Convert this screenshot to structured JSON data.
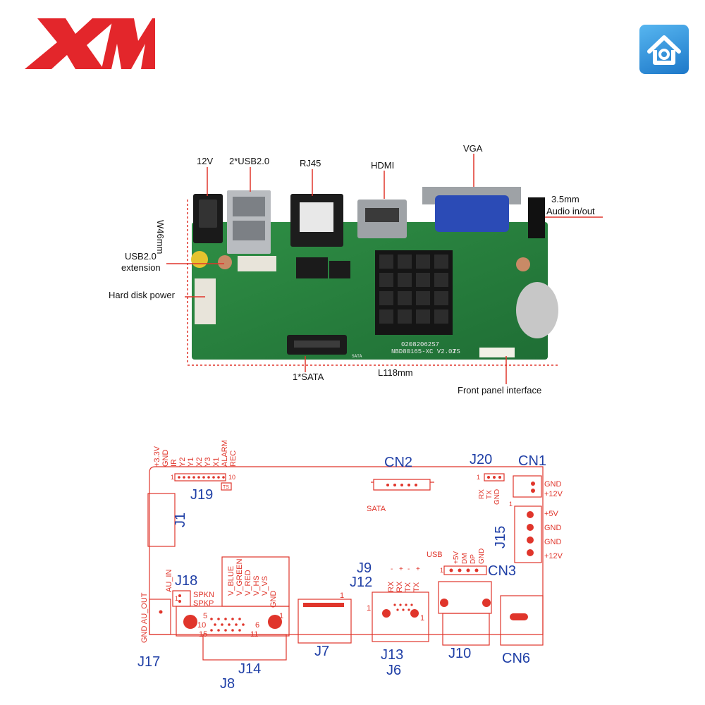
{
  "brand": {
    "logo_text": "XM",
    "logo_color": "#e3262b",
    "icon": "home-camera-icon"
  },
  "photo_labels": {
    "power": "12V",
    "usb": "2*USB2.0",
    "rj45": "RJ45",
    "hdmi": "HDMI",
    "vga": "VGA",
    "audio_line1": "3.5mm",
    "audio_line2": "Audio in/out",
    "width": "W46mm",
    "usb_ext_line1": "USB2.0",
    "usb_ext_line2": "extension",
    "hdd_power": "Hard disk power",
    "sata": "1*SATA",
    "length": "L118mm",
    "front_panel": "Front panel interface",
    "silk_model": "NBD80165-XC V2.02",
    "silk_serial": "02082062S7",
    "silk_ts": "TS",
    "silk_sata": "SATA"
  },
  "schematic": {
    "j19_pins": [
      "+3.3V",
      "GND",
      "IR",
      "Y2",
      "Y1",
      "X2",
      "Y3",
      "X1",
      "ALARM",
      "REC"
    ],
    "j19_pin_start": "1",
    "j19_pin_end": "10",
    "j19": "J19",
    "ts": "TS",
    "j1": "J1",
    "cn2": "CN2",
    "sata": "SATA",
    "j20": "J20",
    "j20_pins": [
      "RX",
      "TX",
      "GND"
    ],
    "j20_pin1": "1",
    "cn1": "CN1",
    "cn1_pins": [
      "GND",
      "+12V"
    ],
    "j15": "J15",
    "j15_pin1": "1",
    "j15_pins": [
      "+5V",
      "GND",
      "GND",
      "+12V"
    ],
    "usb": "USB",
    "cn3_pins": [
      "+5V",
      "DM",
      "DP",
      "GND"
    ],
    "cn3_pin1": "1",
    "cn3": "CN3",
    "au_in": "AU_IN",
    "au_out": "GND AU_OUT",
    "j18": "J18",
    "j18_pins": [
      "SPKN",
      "SPKP"
    ],
    "j18_pin1": "1",
    "vga_pins": [
      "V_BLUE",
      "V_GREEN",
      "V_RED",
      "V_HS",
      "V_VS",
      "GND"
    ],
    "vga_nums": [
      "5",
      "1",
      "10",
      "6",
      "15",
      "11"
    ],
    "j7_pin1": "1",
    "j9": "J9",
    "j12": "J12",
    "j12_pins": [
      "RX",
      "RX",
      "TX",
      "TX"
    ],
    "j12_signs": [
      "-",
      "+",
      "-",
      "+"
    ],
    "j13_pin_left": "1",
    "j13_pin_right": "1",
    "j17": "J17",
    "j14": "J14",
    "j8": "J8",
    "j7": "J7",
    "j13": "J13",
    "j6": "J6",
    "j10": "J10",
    "cn6": "CN6"
  }
}
